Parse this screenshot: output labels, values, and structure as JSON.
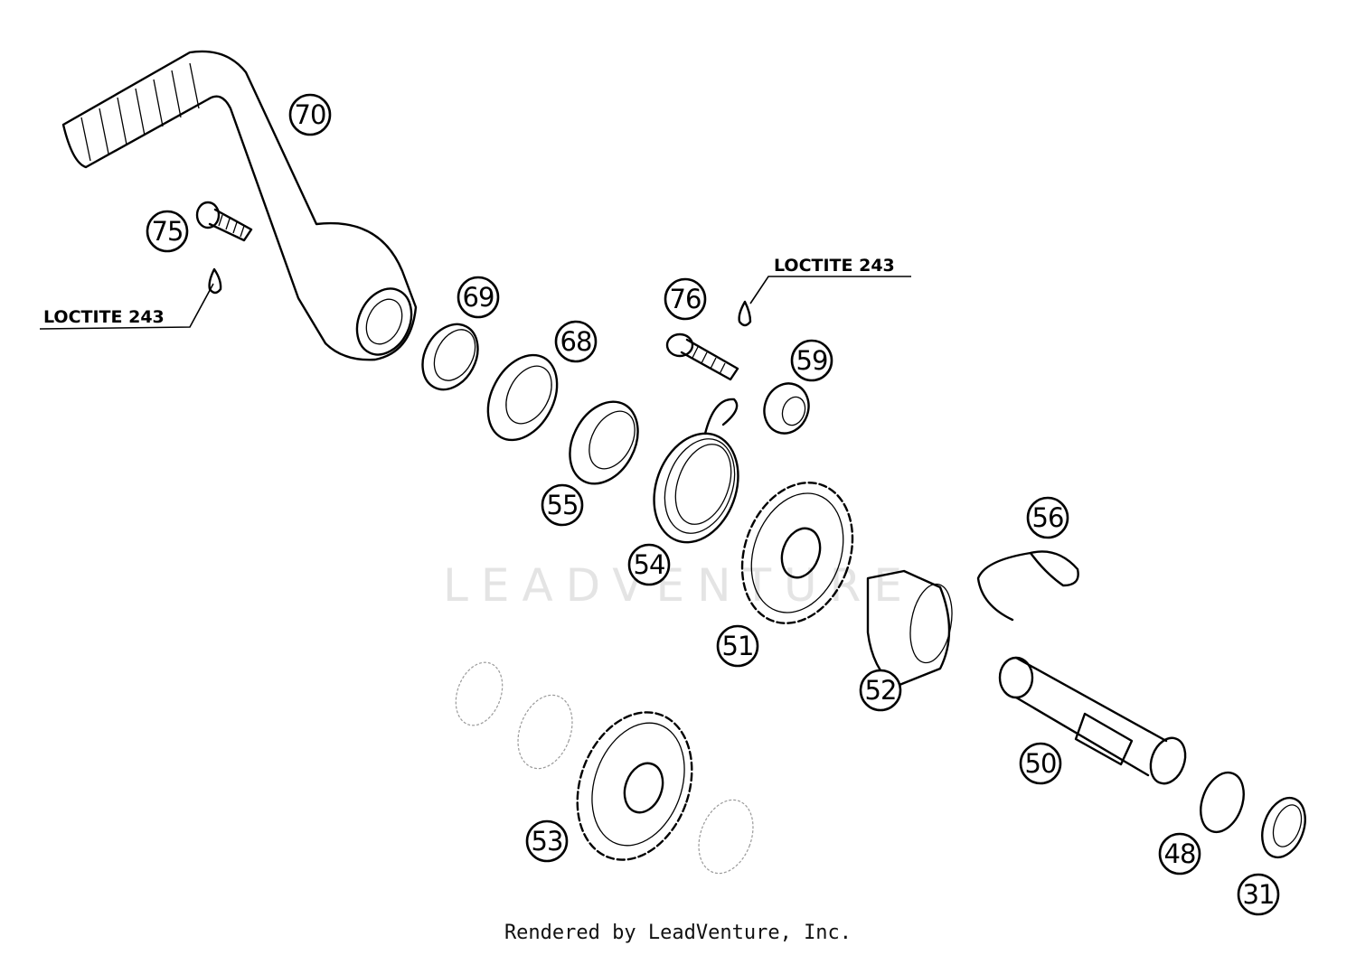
{
  "watermark": "LEADVENTURE",
  "footer": "Rendered by LeadVenture, Inc.",
  "notes": [
    "LOCTITE 243",
    "LOCTITE 243"
  ],
  "callouts": [
    "70",
    "75",
    "69",
    "68",
    "76",
    "59",
    "55",
    "54",
    "51",
    "56",
    "52",
    "50",
    "53",
    "48",
    "31"
  ]
}
